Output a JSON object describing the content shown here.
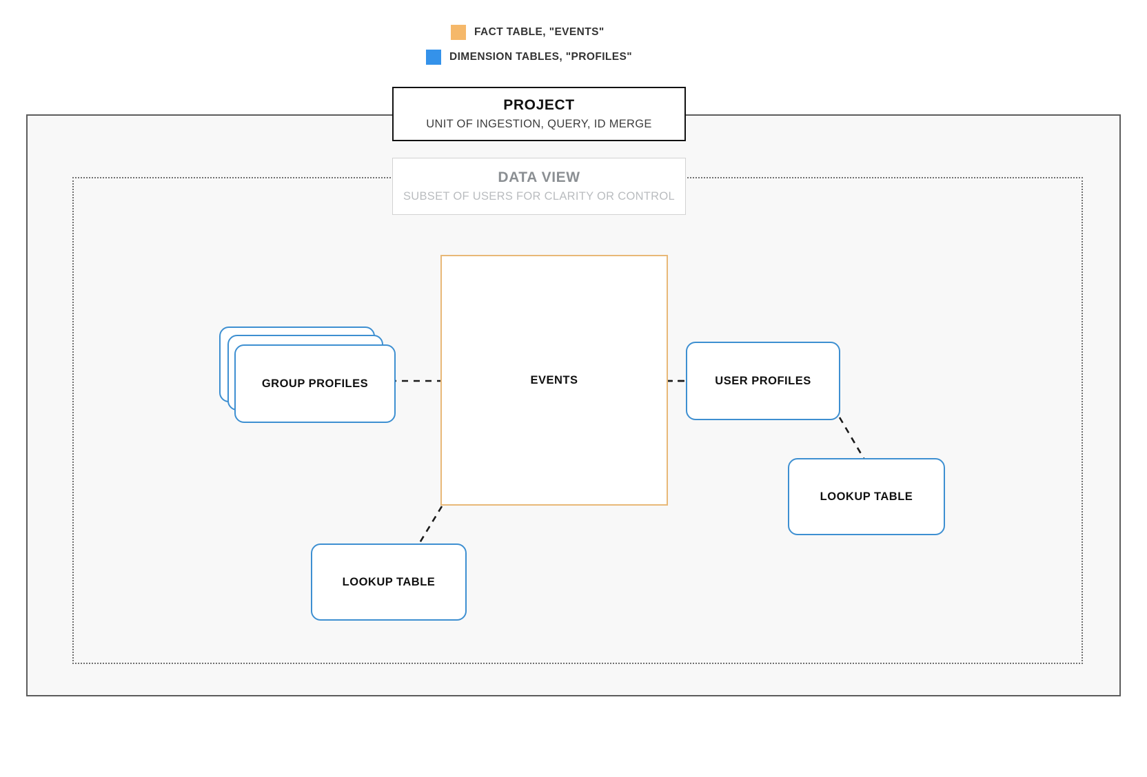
{
  "legend": {
    "items": [
      {
        "label": "FACT TABLE, \"EVENTS\"",
        "color": "#f5b86a",
        "icon": "square-swatch-icon"
      },
      {
        "label": "DIMENSION TABLES, \"PROFILES\"",
        "color": "#3492ea",
        "icon": "square-swatch-icon"
      }
    ]
  },
  "project": {
    "title": "PROJECT",
    "subtitle": "UNIT OF INGESTION, QUERY, ID MERGE",
    "border_color": "#111111"
  },
  "data_view": {
    "title": "DATA VIEW",
    "subtitle": "SUBSET OF USERS FOR CLARITY OR CONTROL",
    "border_color": "#d2d2d2"
  },
  "nodes": {
    "events": {
      "label": "EVENTS",
      "color": "#e8b877",
      "kind": "fact-table"
    },
    "group_profiles": {
      "label": "GROUP PROFILES",
      "color": "#3d8fd1",
      "kind": "dimension-table-stack"
    },
    "user_profiles": {
      "label": "USER PROFILES",
      "color": "#3d8fd1",
      "kind": "dimension-table"
    },
    "lookup_left": {
      "label": "LOOKUP TABLE",
      "color": "#3d8fd1",
      "kind": "dimension-table"
    },
    "lookup_right": {
      "label": "LOOKUP TABLE",
      "color": "#3d8fd1",
      "kind": "dimension-table"
    }
  },
  "connectors": [
    {
      "from": "group_profiles",
      "to": "events",
      "style": "dashed"
    },
    {
      "from": "events",
      "to": "user_profiles",
      "style": "dashed"
    },
    {
      "from": "events",
      "to": "lookup_left",
      "style": "dashed"
    },
    {
      "from": "user_profiles",
      "to": "lookup_right",
      "style": "dashed"
    }
  ],
  "colors": {
    "canvas": "#ffffff",
    "project_fill": "#f8f8f8",
    "fact_border": "#e8b877",
    "dimension_border": "#3d8fd1",
    "dashed_line": "#1a1a1a"
  }
}
